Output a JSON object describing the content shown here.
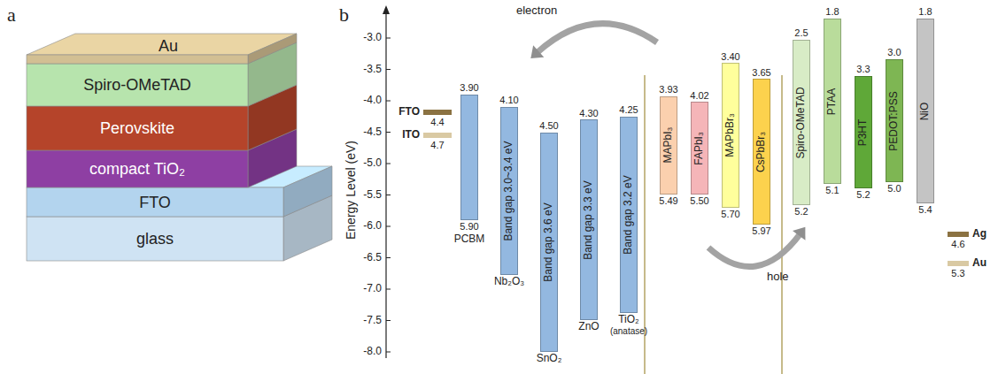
{
  "diagram": {
    "nodes": [
      {
        "text": [
          "Au"
        ]
      },
      {
        "text": [
          "Spiro-OMeTAD"
        ]
      },
      {
        "text": [
          "Perovskite"
        ]
      },
      {
        "text": [
          "compact TiO₂"
        ]
      },
      {
        "text": [
          "FTO"
        ]
      },
      {
        "text": [
          "glass"
        ]
      },
      {
        "text": [
          "FTO",
          "4.4"
        ]
      },
      {
        "text": [
          "ITO",
          "4.7"
        ]
      },
      {
        "text": [
          "3.90",
          "5.90",
          "PCBM"
        ]
      },
      {
        "text": [
          "4.10",
          "Band gap 3.0~3.4 eV",
          "Nb₂O₃"
        ]
      },
      {
        "text": [
          "4.50",
          "Band gap 3.6 eV",
          "SnO₂"
        ]
      },
      {
        "text": [
          "4.30",
          "Band gap 3.3 eV",
          "ZnO"
        ]
      },
      {
        "text": [
          "4.25",
          "Band gap 3.2 eV",
          "TiO₂",
          "(anatase)"
        ]
      },
      {
        "text": [
          "3.93",
          "MAPbI₃",
          "5.49"
        ]
      },
      {
        "text": [
          "4.02",
          "FAPbI₃",
          "5.50"
        ]
      },
      {
        "text": [
          "3.40",
          "MAPbBr₃",
          "5.70"
        ]
      },
      {
        "text": [
          "3.65",
          "CsPbBr₃",
          "5.97"
        ]
      },
      {
        "text": [
          "2.5",
          "Spiro-OMeTAD",
          "5.2"
        ]
      },
      {
        "text": [
          "1.8",
          "PTAA",
          "5.1"
        ]
      },
      {
        "text": [
          "3.3",
          "P3HT",
          "5.2"
        ]
      },
      {
        "text": [
          "3.0",
          "PEDOT:PSS",
          "5.0"
        ]
      },
      {
        "text": [
          "1.8",
          "NiO",
          "5.4"
        ]
      },
      {
        "text": [
          "Ag",
          "4.6"
        ]
      },
      {
        "text": [
          "Au",
          "5.3"
        ]
      }
    ],
    "labels": [
      "a",
      "b",
      "Energy Level (eV)",
      "-3.0",
      "-3.5",
      "-4.0",
      "-4.5",
      "-5.0",
      "-5.5",
      "-6.0",
      "-6.5",
      "-7.0",
      "-7.5",
      "-8.0",
      "electron",
      "hole"
    ]
  }
}
